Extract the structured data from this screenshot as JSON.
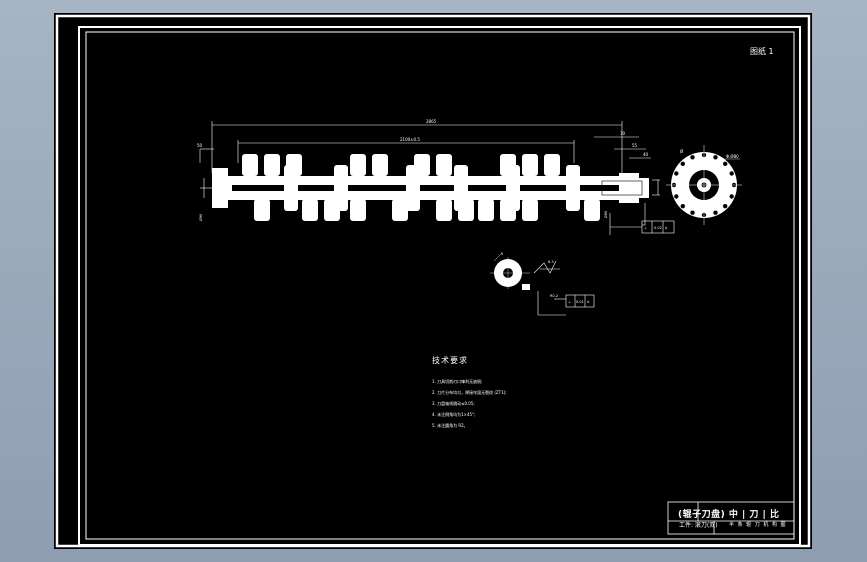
{
  "drawing": {
    "sheet_label": "图纸 1",
    "technical_requirements": {
      "title": "技术要求",
      "notes": [
        "1. 刀具切削刃口锋利无缺损;",
        "2. 刀片分布均匀，焊接牢固无裂纹 (ZT1);",
        "3. 刀盘轴线跳动≤0.05;",
        "4. 未注倒角均为1×45°;",
        "5. 未注圆角为 R2。"
      ]
    },
    "title_block": {
      "title": "(辊子刀盘) 中 | 刀 | 比",
      "subtitle": "工件: 滚刀(双)",
      "drawing_name": "半 条 辊 刀 机 构 图"
    },
    "colors": {
      "background": "#000000",
      "line": "#ffffff",
      "viewport": "#96a5b8"
    }
  }
}
